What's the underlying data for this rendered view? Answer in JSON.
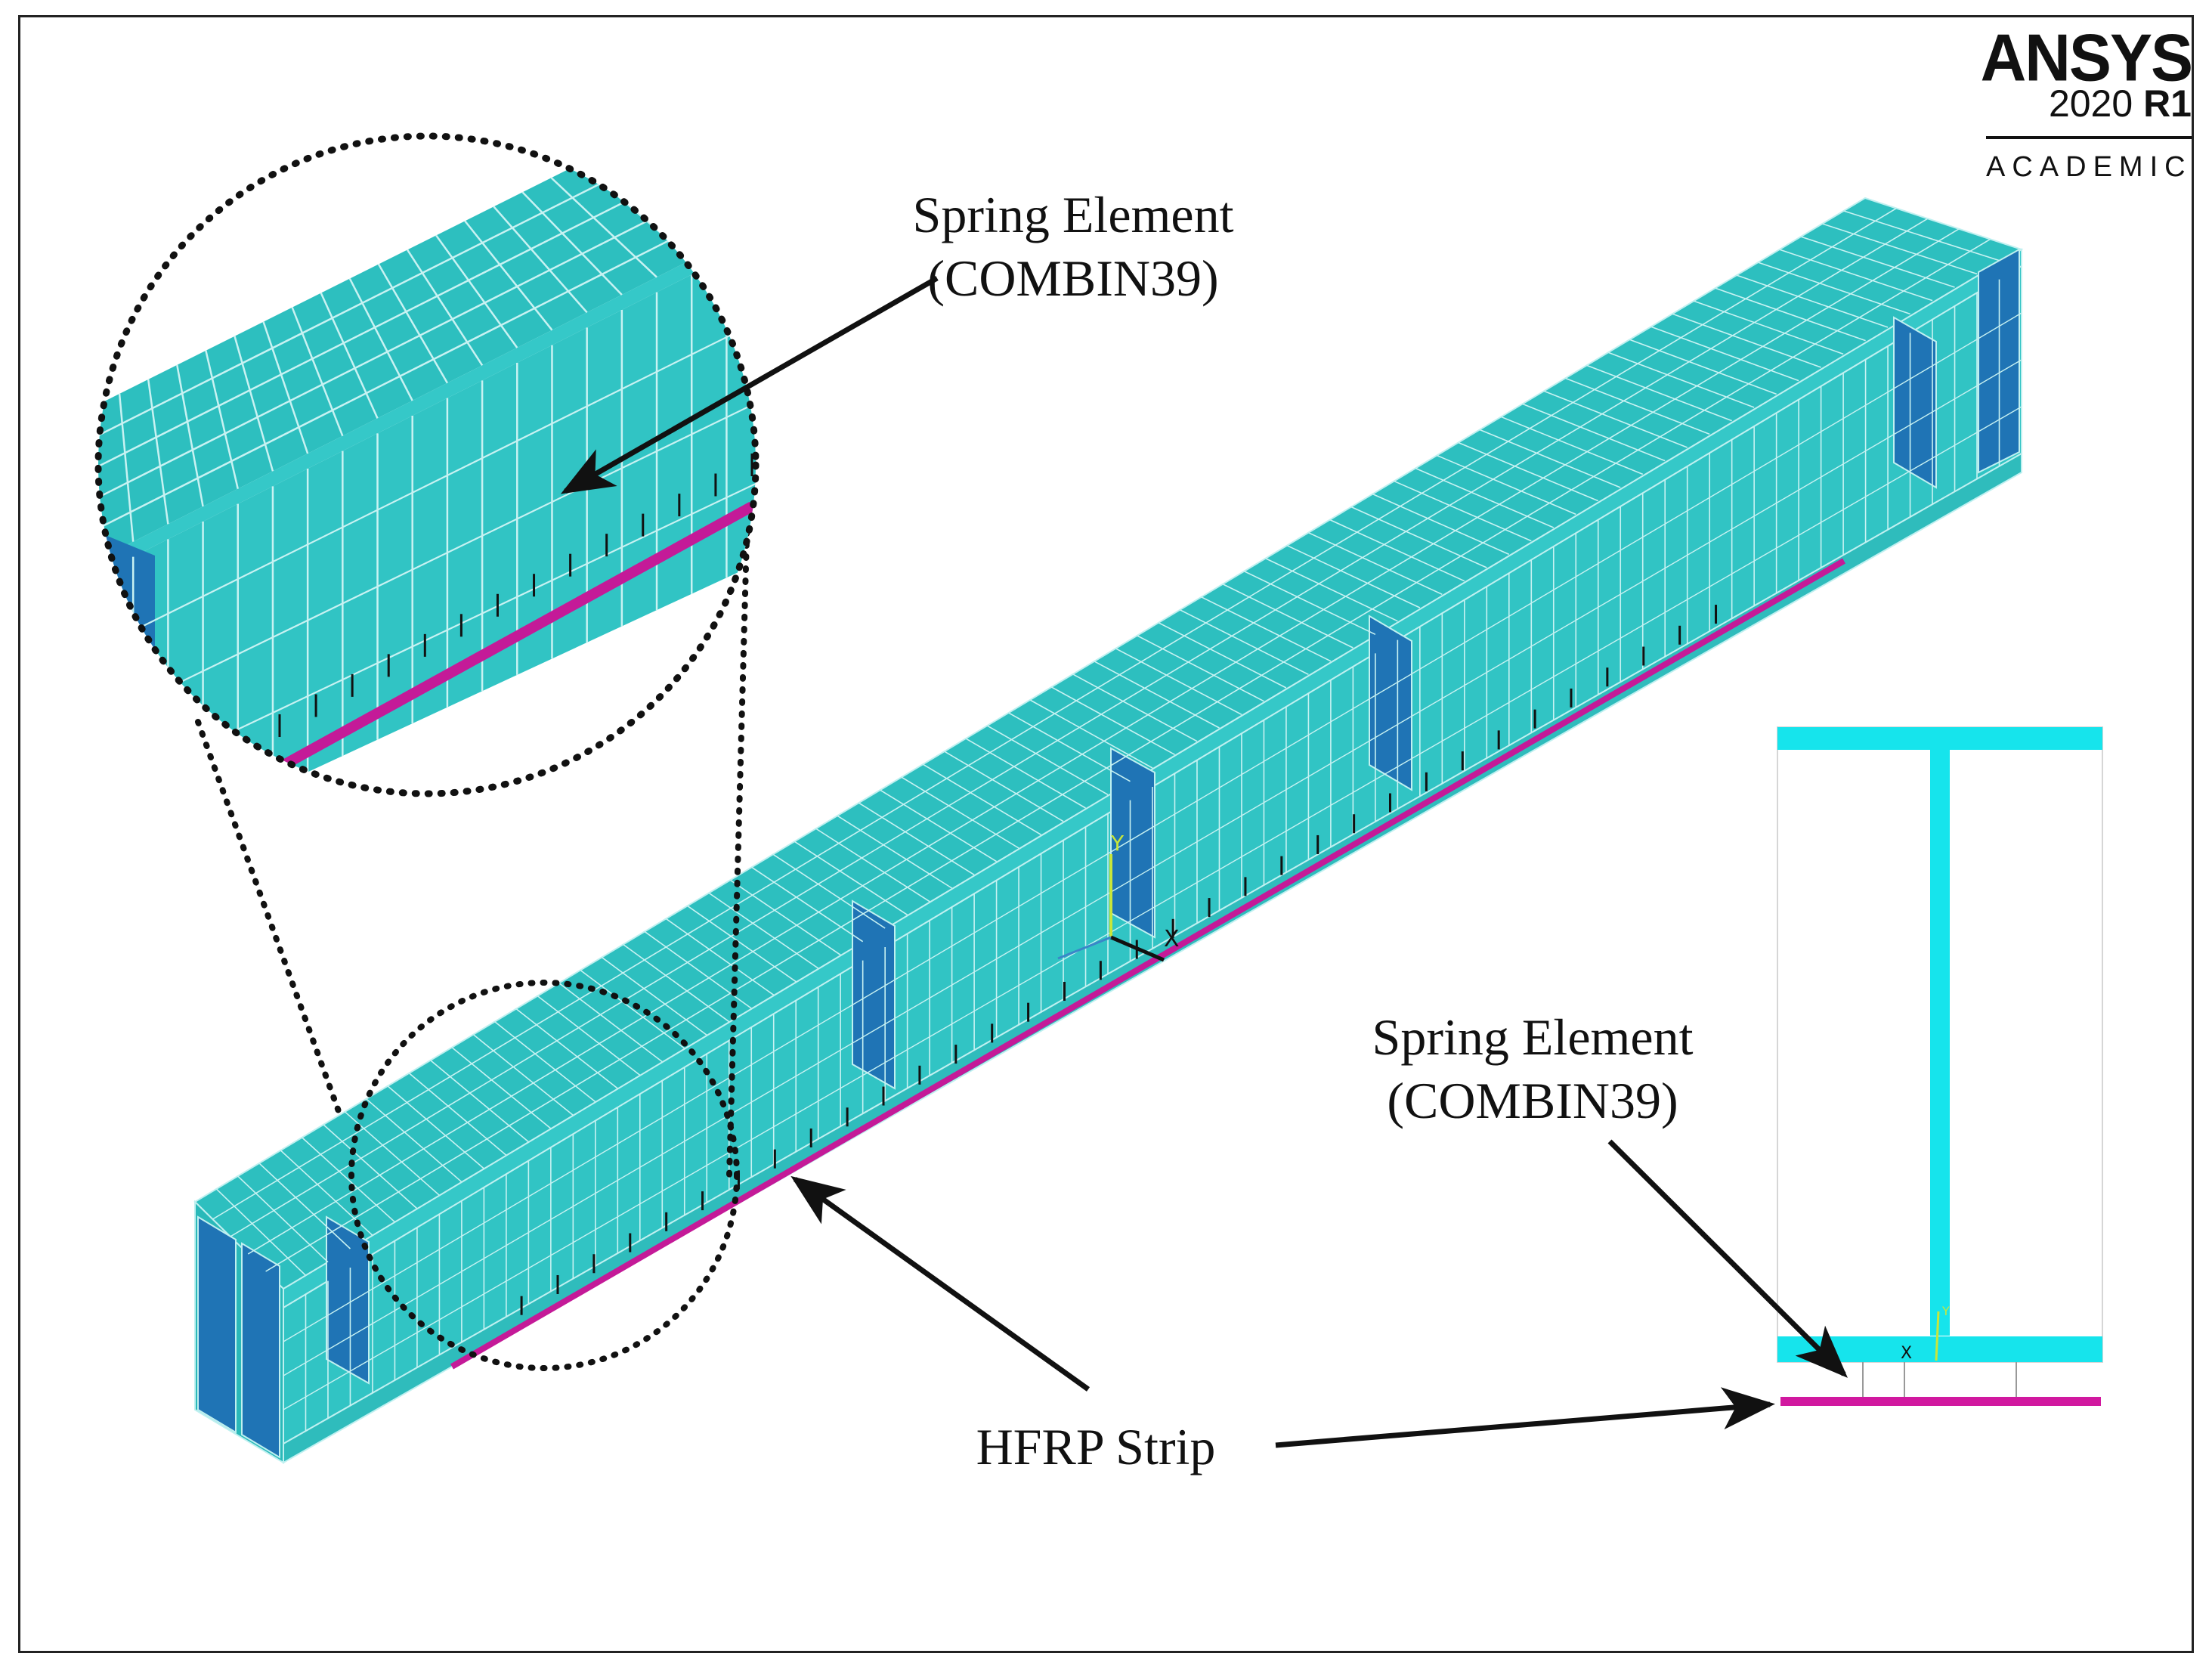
{
  "logo": {
    "name": "ANSYS",
    "version": "2020",
    "release": "R1",
    "edition": "ACADEMIC"
  },
  "callouts": {
    "spring_top_title": "Spring Element",
    "spring_top_sub": "(COMBIN39)",
    "spring_right_title": "Spring Element",
    "spring_right_sub": "(COMBIN39)",
    "hfrp": "HFRP Strip"
  },
  "axes": {
    "y": "Y",
    "x": "X",
    "section_x": "X",
    "section_y": "Y"
  },
  "colors": {
    "mesh_face": "#2bbdbd",
    "mesh_line": "#c8f2f2",
    "stiffener": "#1f74b5",
    "hfrp_strip": "#c41a98",
    "section_steel": "#16e4ec",
    "arrow": "#111111"
  },
  "icons": [
    "arrow-icon",
    "axis-triad-icon"
  ]
}
